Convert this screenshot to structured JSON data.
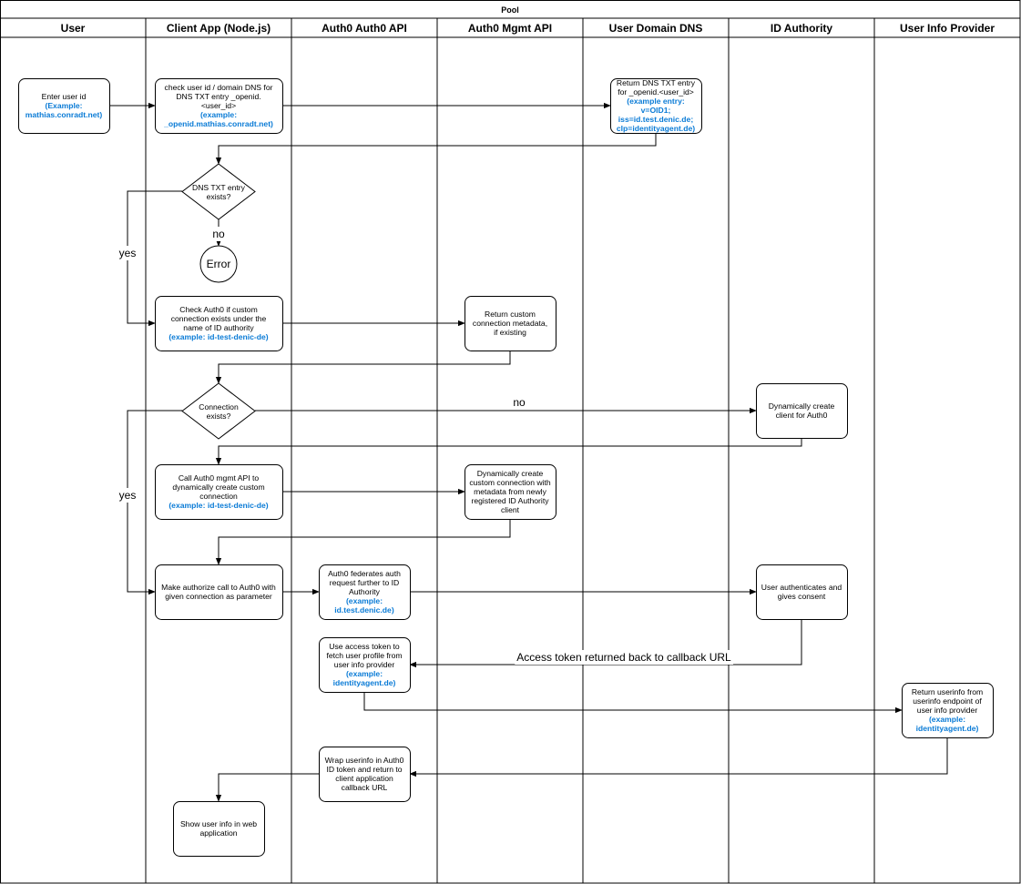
{
  "pool": {
    "title": "Pool"
  },
  "lanes": [
    {
      "id": "user",
      "title": "User"
    },
    {
      "id": "client",
      "title": "Client App (Node.js)"
    },
    {
      "id": "auth0api",
      "title": "Auth0 Auth0 API"
    },
    {
      "id": "mgmt",
      "title": "Auth0 Mgmt API"
    },
    {
      "id": "dns",
      "title": "User Domain DNS"
    },
    {
      "id": "idauth",
      "title": "ID Authority"
    },
    {
      "id": "provider",
      "title": "User Info Provider"
    }
  ],
  "nodes": [
    {
      "id": "enter_user",
      "type": "box",
      "lane": "user",
      "lines": [
        {
          "text": "Enter user id"
        },
        {
          "text": "(Example:",
          "highlight": true
        },
        {
          "text": "mathias.conradt.net)",
          "highlight": true
        }
      ]
    },
    {
      "id": "check_dns",
      "type": "box",
      "lane": "client",
      "lines": [
        {
          "text": "check user id / domain DNS for"
        },
        {
          "text": "DNS TXT entry _openid."
        },
        {
          "text": "<user_id>"
        },
        {
          "text": "(example:",
          "highlight": true
        },
        {
          "text": "_openid.mathias.conradt.net)",
          "highlight": true
        }
      ]
    },
    {
      "id": "return_dns",
      "type": "box",
      "lane": "dns",
      "lines": [
        {
          "text": "Return DNS TXT entry"
        },
        {
          "text": "for _openid.<user_id>"
        },
        {
          "text": "(example entry:",
          "highlight": true
        },
        {
          "text": "v=OID1;",
          "highlight": true
        },
        {
          "text": "iss=id.test.denic.de;",
          "highlight": true
        },
        {
          "text": "clp=identityagent.de)",
          "highlight": true
        }
      ]
    },
    {
      "id": "dns_exists",
      "type": "diamond",
      "lane": "client",
      "lines": [
        {
          "text": "DNS TXT entry"
        },
        {
          "text": "exists?"
        }
      ]
    },
    {
      "id": "error",
      "type": "circle",
      "lane": "client",
      "label": "Error"
    },
    {
      "id": "check_conn",
      "type": "box",
      "lane": "client",
      "lines": [
        {
          "text": "Check Auth0 if custom"
        },
        {
          "text": "connection exists under the"
        },
        {
          "text": "name of ID authority"
        },
        {
          "text": "(example: id-test-denic-de)",
          "highlight": true
        }
      ]
    },
    {
      "id": "return_meta",
      "type": "box",
      "lane": "mgmt",
      "lines": [
        {
          "text": "Return custom"
        },
        {
          "text": "connection metadata,"
        },
        {
          "text": "if existing"
        }
      ]
    },
    {
      "id": "conn_exists",
      "type": "diamond",
      "lane": "client",
      "lines": [
        {
          "text": "Connection"
        },
        {
          "text": "exists?"
        }
      ]
    },
    {
      "id": "create_client",
      "type": "box",
      "lane": "idauth",
      "lines": [
        {
          "text": "Dynamically create"
        },
        {
          "text": "client for Auth0"
        }
      ]
    },
    {
      "id": "call_mgmt",
      "type": "box",
      "lane": "client",
      "lines": [
        {
          "text": "Call Auth0 mgmt API to"
        },
        {
          "text": "dynamically create custom"
        },
        {
          "text": "connection"
        },
        {
          "text": "(example: id-test-denic-de)",
          "highlight": true
        }
      ]
    },
    {
      "id": "create_conn",
      "type": "box",
      "lane": "mgmt",
      "lines": [
        {
          "text": "Dynamically create"
        },
        {
          "text": "custom connection with"
        },
        {
          "text": "metadata from newly"
        },
        {
          "text": "registered ID Authority"
        },
        {
          "text": "client"
        }
      ]
    },
    {
      "id": "authorize",
      "type": "box",
      "lane": "client",
      "lines": [
        {
          "text": "Make authorize call to Auth0 with"
        },
        {
          "text": "given connection as parameter"
        }
      ]
    },
    {
      "id": "federate",
      "type": "box",
      "lane": "auth0api",
      "lines": [
        {
          "text": "Auth0 federates auth"
        },
        {
          "text": "request further to ID"
        },
        {
          "text": "Authority"
        },
        {
          "text": "(example:",
          "highlight": true
        },
        {
          "text": "id.test.denic.de)",
          "highlight": true
        }
      ]
    },
    {
      "id": "user_auth",
      "type": "box",
      "lane": "idauth",
      "lines": [
        {
          "text": "User authenticates and"
        },
        {
          "text": "gives consent"
        }
      ]
    },
    {
      "id": "use_token",
      "type": "box",
      "lane": "auth0api",
      "lines": [
        {
          "text": "Use access token to"
        },
        {
          "text": "fetch user profile from"
        },
        {
          "text": "user info provider"
        },
        {
          "text": "(example:",
          "highlight": true
        },
        {
          "text": "identityagent.de)",
          "highlight": true
        }
      ]
    },
    {
      "id": "return_userinfo",
      "type": "box",
      "lane": "provider",
      "lines": [
        {
          "text": "Return userinfo from"
        },
        {
          "text": "userinfo endpoint of"
        },
        {
          "text": "user info provider"
        },
        {
          "text": "(example:",
          "highlight": true
        },
        {
          "text": "identityagent.de)",
          "highlight": true
        }
      ]
    },
    {
      "id": "wrap",
      "type": "box",
      "lane": "auth0api",
      "lines": [
        {
          "text": "Wrap userinfo in Auth0"
        },
        {
          "text": "ID token and return to"
        },
        {
          "text": "client application"
        },
        {
          "text": "callback URL"
        }
      ]
    },
    {
      "id": "show",
      "type": "box",
      "lane": "client",
      "lines": [
        {
          "text": "Show user info in web"
        },
        {
          "text": "application"
        }
      ]
    }
  ],
  "edges": [
    {
      "id": "e1",
      "from": "enter_user",
      "to": "check_dns",
      "label": ""
    },
    {
      "id": "e2",
      "from": "check_dns",
      "to": "return_dns",
      "label": ""
    },
    {
      "id": "e3",
      "from": "return_dns",
      "to": "dns_exists",
      "label": ""
    },
    {
      "id": "e4",
      "from": "dns_exists",
      "to": "error",
      "label": "no"
    },
    {
      "id": "e5",
      "from": "dns_exists",
      "to": "check_conn",
      "label": "yes"
    },
    {
      "id": "e6",
      "from": "check_conn",
      "to": "return_meta",
      "label": ""
    },
    {
      "id": "e7",
      "from": "return_meta",
      "to": "conn_exists",
      "label": ""
    },
    {
      "id": "e8",
      "from": "conn_exists",
      "to": "create_client",
      "label": "no"
    },
    {
      "id": "e9",
      "from": "conn_exists",
      "to": "authorize",
      "label": "yes"
    },
    {
      "id": "e10",
      "from": "create_client",
      "to": "call_mgmt",
      "label": ""
    },
    {
      "id": "e11",
      "from": "call_mgmt",
      "to": "create_conn",
      "label": ""
    },
    {
      "id": "e12",
      "from": "create_conn",
      "to": "authorize",
      "label": ""
    },
    {
      "id": "e13",
      "from": "authorize",
      "to": "federate",
      "label": ""
    },
    {
      "id": "e14",
      "from": "federate",
      "to": "user_auth",
      "label": ""
    },
    {
      "id": "e15",
      "from": "user_auth",
      "to": "use_token",
      "label": "Access token returned  back to callback URL"
    },
    {
      "id": "e16",
      "from": "use_token",
      "to": "return_userinfo",
      "label": ""
    },
    {
      "id": "e17",
      "from": "return_userinfo",
      "to": "wrap",
      "label": ""
    },
    {
      "id": "e18",
      "from": "wrap",
      "to": "show",
      "label": ""
    }
  ]
}
